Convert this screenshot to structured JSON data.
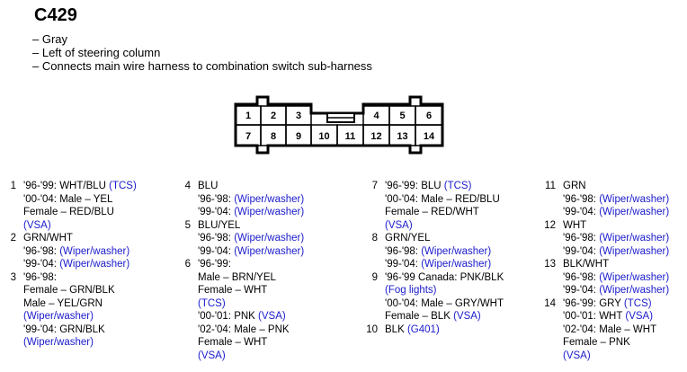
{
  "title": "C429",
  "description": [
    "– Gray",
    "– Left of steering column",
    "– Connects main wire harness to combination switch sub-harness"
  ],
  "connector": {
    "top_row": [
      "1",
      "2",
      "3",
      "4",
      "5",
      "6"
    ],
    "bottom_row": [
      "7",
      "8",
      "9",
      "10",
      "11",
      "12",
      "13",
      "14"
    ]
  },
  "pin_columns": [
    [
      {
        "num": "1",
        "lines": [
          [
            {
              "t": "'96-'99: WHT/BLU "
            },
            {
              "t": "(TCS)",
              "r": true
            }
          ],
          [
            {
              "t": "'00-'04: Male – YEL"
            }
          ],
          [
            {
              "t": "Female – RED/BLU"
            }
          ],
          [
            {
              "t": "(VSA)",
              "r": true
            }
          ]
        ]
      },
      {
        "num": "2",
        "lines": [
          [
            {
              "t": "GRN/WHT"
            }
          ],
          [
            {
              "t": "'96-'98: "
            },
            {
              "t": "(Wiper/washer)",
              "r": true
            }
          ],
          [
            {
              "t": "'99-'04: "
            },
            {
              "t": "(Wiper/washer)",
              "r": true
            }
          ]
        ]
      },
      {
        "num": "3",
        "lines": [
          [
            {
              "t": "'96-'98:"
            }
          ],
          [
            {
              "t": "Female – GRN/BLK"
            }
          ],
          [
            {
              "t": "Male – YEL/GRN"
            }
          ],
          [
            {
              "t": "(Wiper/washer)",
              "r": true
            }
          ],
          [
            {
              "t": "'99-'04: GRN/BLK"
            }
          ],
          [
            {
              "t": "(Wiper/washer)",
              "r": true
            }
          ]
        ]
      }
    ],
    [
      {
        "num": "4",
        "lines": [
          [
            {
              "t": "BLU"
            }
          ],
          [
            {
              "t": "'96-'98: "
            },
            {
              "t": "(Wiper/washer)",
              "r": true
            }
          ],
          [
            {
              "t": "'99-'04: "
            },
            {
              "t": "(Wiper/washer)",
              "r": true
            }
          ]
        ]
      },
      {
        "num": "5",
        "lines": [
          [
            {
              "t": "BLU/YEL"
            }
          ],
          [
            {
              "t": "'96-'98: "
            },
            {
              "t": "(Wiper/washer)",
              "r": true
            }
          ],
          [
            {
              "t": "'99-'04: "
            },
            {
              "t": "(Wiper/washer)",
              "r": true
            }
          ]
        ]
      },
      {
        "num": "6",
        "lines": [
          [
            {
              "t": "'96-'99:"
            }
          ],
          [
            {
              "t": "Male – BRN/YEL"
            }
          ],
          [
            {
              "t": "Female – WHT"
            }
          ],
          [
            {
              "t": "(TCS)",
              "r": true
            }
          ],
          [
            {
              "t": "'00-'01: PNK "
            },
            {
              "t": "(VSA)",
              "r": true
            }
          ],
          [
            {
              "t": "'02-'04: Male – PNK"
            }
          ],
          [
            {
              "t": "Female – WHT"
            }
          ],
          [
            {
              "t": "(VSA)",
              "r": true
            }
          ]
        ]
      }
    ],
    [
      {
        "num": "7",
        "lines": [
          [
            {
              "t": "'96-'99: BLU "
            },
            {
              "t": "(TCS)",
              "r": true
            }
          ],
          [
            {
              "t": "'00-'04: Male – RED/BLU"
            }
          ],
          [
            {
              "t": "Female – RED/WHT"
            }
          ],
          [
            {
              "t": "(VSA)",
              "r": true
            }
          ]
        ]
      },
      {
        "num": "8",
        "lines": [
          [
            {
              "t": "GRN/YEL"
            }
          ],
          [
            {
              "t": "'96-'98: "
            },
            {
              "t": "(Wiper/washer)",
              "r": true
            }
          ],
          [
            {
              "t": "'99-'04: "
            },
            {
              "t": "(Wiper/washer)",
              "r": true
            }
          ]
        ]
      },
      {
        "num": "9",
        "lines": [
          [
            {
              "t": "'96-'99 Canada: PNK/BLK"
            }
          ],
          [
            {
              "t": "(Fog lights)",
              "r": true
            }
          ],
          [
            {
              "t": "'00-'04: Male – GRY/WHT"
            }
          ],
          [
            {
              "t": "Female – BLK "
            },
            {
              "t": "(VSA)",
              "r": true
            }
          ]
        ]
      },
      {
        "num": "10",
        "lines": [
          [
            {
              "t": "BLK "
            },
            {
              "t": "(G401)",
              "r": true
            }
          ]
        ]
      }
    ],
    [
      {
        "num": "11",
        "lines": [
          [
            {
              "t": "GRN"
            }
          ],
          [
            {
              "t": "'96-'98: "
            },
            {
              "t": "(Wiper/washer)",
              "r": true
            }
          ],
          [
            {
              "t": "'99-'04: "
            },
            {
              "t": "(Wiper/washer)",
              "r": true
            }
          ]
        ]
      },
      {
        "num": "12",
        "lines": [
          [
            {
              "t": "WHT"
            }
          ],
          [
            {
              "t": "'96-'98: "
            },
            {
              "t": "(Wiper/washer)",
              "r": true
            }
          ],
          [
            {
              "t": "'99-'04: "
            },
            {
              "t": "(Wiper/washer)",
              "r": true
            }
          ]
        ]
      },
      {
        "num": "13",
        "lines": [
          [
            {
              "t": "BLK/WHT"
            }
          ],
          [
            {
              "t": "'96-'98: "
            },
            {
              "t": "(Wiper/washer)",
              "r": true
            }
          ],
          [
            {
              "t": "'99-'04: "
            },
            {
              "t": "(Wiper/washer)",
              "r": true
            }
          ]
        ]
      },
      {
        "num": "14",
        "lines": [
          [
            {
              "t": "'96-'99: GRY "
            },
            {
              "t": "(TCS)",
              "r": true
            }
          ],
          [
            {
              "t": "'00-'01: WHT "
            },
            {
              "t": "(VSA)",
              "r": true
            }
          ],
          [
            {
              "t": "'02-'04: Male – WHT"
            }
          ],
          [
            {
              "t": "Female – PNK"
            }
          ],
          [
            {
              "t": "(VSA)",
              "r": true
            }
          ]
        ]
      }
    ]
  ],
  "colors": {
    "text": "#000000",
    "reference": "#1a1acc",
    "background": "#ffffff"
  }
}
